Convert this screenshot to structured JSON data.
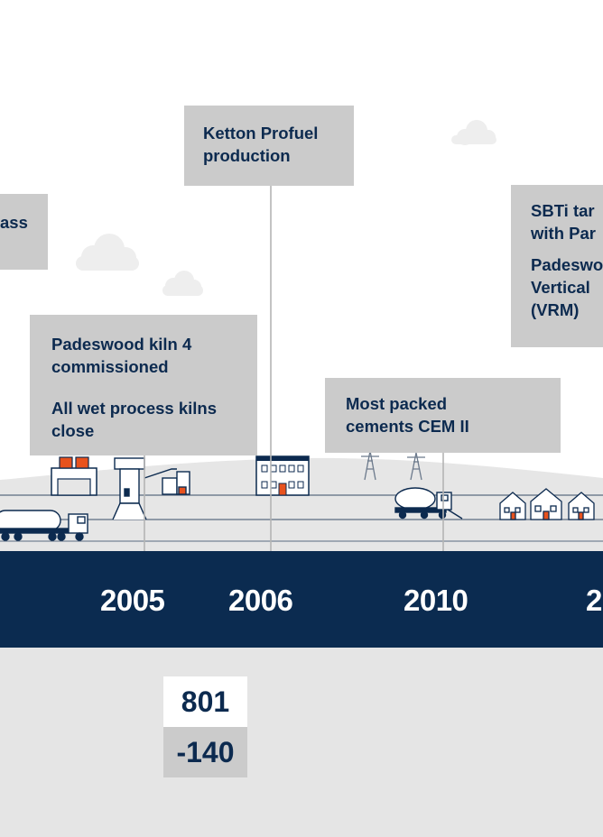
{
  "callouts": {
    "left_partial": "ass",
    "ketton": {
      "line1": "Ketton Profuel",
      "line2": "production"
    },
    "padeswood": {
      "line1": "Padeswood kiln 4",
      "line2": "commissioned",
      "line3": "All wet process kilns",
      "line4": "close"
    },
    "packed": {
      "line1": "Most packed",
      "line2": "cements CEM II"
    },
    "sbti": {
      "line1": "SBTi tar",
      "line2": "with Par",
      "line3": "Padeswo",
      "line4": "Vertical",
      "line5": "(VRM)"
    }
  },
  "timeline": {
    "years": [
      "2005",
      "2006",
      "2010",
      "2"
    ]
  },
  "stats": {
    "value_top": "801",
    "value_bottom": "-140"
  },
  "colors": {
    "navy": "#0b2b50",
    "callout_grey": "#cbcbcb",
    "ground_grey": "#e5e5e5",
    "accent_orange": "#e8521d"
  }
}
